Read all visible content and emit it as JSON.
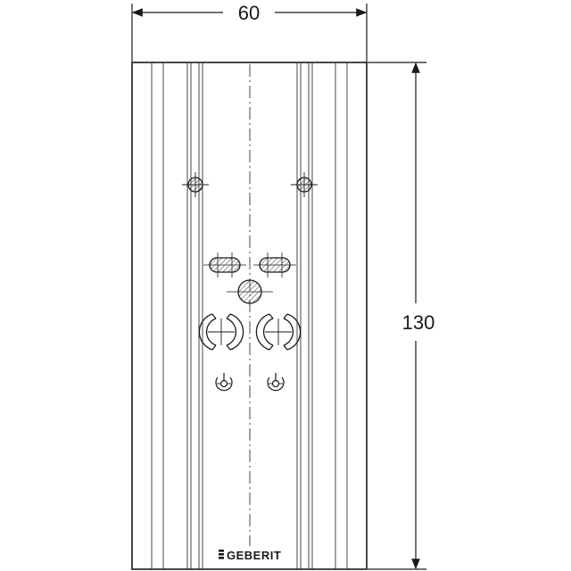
{
  "dimensions": {
    "width_label": "60",
    "height_label": "130"
  },
  "brand": {
    "name": "GEBERIT"
  },
  "colors": {
    "line": "#1a1a1a",
    "background": "#ffffff",
    "hatch": "#555555"
  }
}
